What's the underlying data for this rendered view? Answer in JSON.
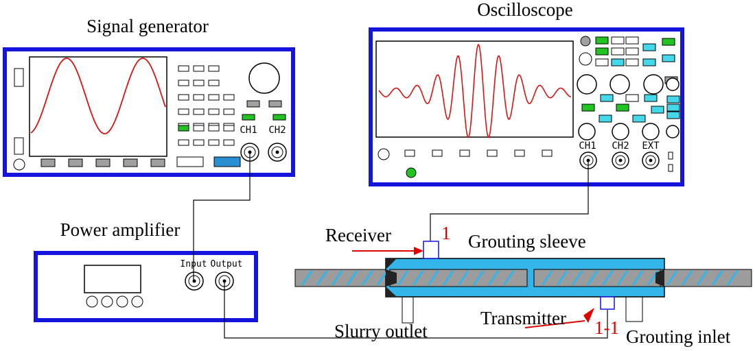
{
  "labels": {
    "signal_generator": "Signal generator",
    "oscilloscope": "Oscilloscope",
    "power_amplifier": "Power amplifier",
    "receiver": "Receiver",
    "grouting_sleeve": "Grouting sleeve",
    "slurry_outlet": "Slurry outlet",
    "transmitter": "Transmitter",
    "grouting_inlet": "Grouting inlet",
    "section_mark": "1",
    "section_mark_lower": "1-1"
  },
  "ports": {
    "ch1": "CH1",
    "ch2": "CH2",
    "ext": "EXT",
    "input": "Input",
    "output": "Output"
  },
  "colors": {
    "device_border": "#1414dc",
    "signal_trace": "#e01010",
    "sleeve": "#33b5ea",
    "rebar": "#9c9c9c",
    "green_button": "#22c422",
    "cyan_button": "#44d8ea",
    "gray_button": "#a0a0a0",
    "blue_button": "#2a8fd0",
    "arrow": "#e00000"
  },
  "icons": {
    "bnc": "bnc-connector-icon",
    "knob": "rotary-knob-icon",
    "led": "power-led-icon"
  }
}
